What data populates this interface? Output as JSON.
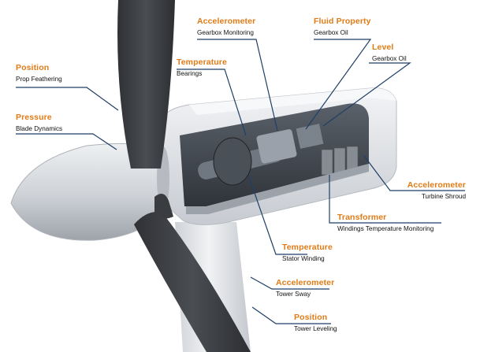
{
  "colors": {
    "title_orange": "#e07b16",
    "leader_navy": "#1f3f66",
    "nacelle_light": "#e9ebee",
    "nacelle_mid": "#c9cdd3",
    "blade_dark": "#3b3d41",
    "tower_light": "#e6e8eb",
    "interior_dark": "#3a3f46"
  },
  "labels": [
    {
      "id": "position-prop",
      "title": "Position",
      "subtitle": "Prop Feathering"
    },
    {
      "id": "pressure-blade",
      "title": "Pressure",
      "subtitle": "Blade Dynamics"
    },
    {
      "id": "accelerometer-gearbox",
      "title": "Accelerometer",
      "subtitle": "Gearbox Monitoring"
    },
    {
      "id": "fluid-property",
      "title": "Fluid Property",
      "subtitle": "Gearbox Oil"
    },
    {
      "id": "level-gearbox",
      "title": "Level",
      "subtitle": "Gearbox Oil"
    },
    {
      "id": "temperature-bearings",
      "title": "Temperature",
      "subtitle": "Bearings"
    },
    {
      "id": "accelerometer-shroud",
      "title": "Accelerometer",
      "subtitle": "Turbine Shroud"
    },
    {
      "id": "transformer",
      "title": "Transformer",
      "subtitle": "Windings Temperature Monitoring"
    },
    {
      "id": "temperature-stator",
      "title": "Temperature",
      "subtitle": "Stator Winding"
    },
    {
      "id": "accelerometer-tower",
      "title": "Accelerometer",
      "subtitle": "Tower Sway"
    },
    {
      "id": "position-tower",
      "title": "Position",
      "subtitle": "Tower Leveling"
    }
  ]
}
